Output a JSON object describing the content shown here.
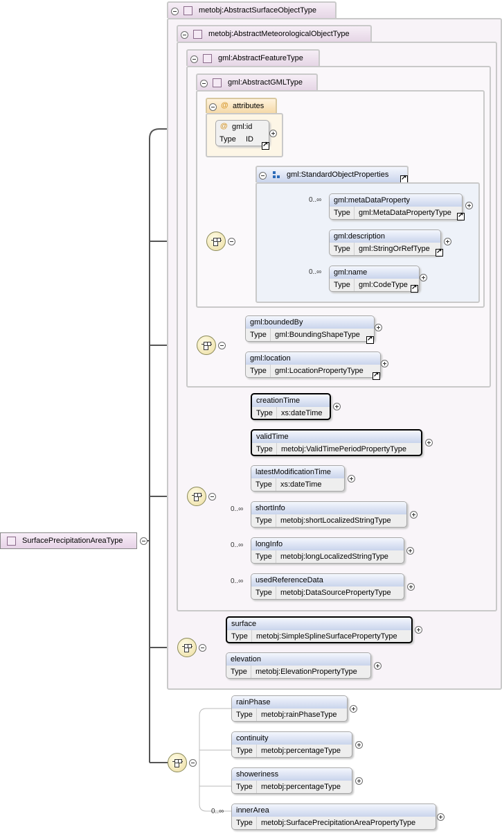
{
  "root": {
    "label": "SurfacePrecipitationAreaType"
  },
  "types": {
    "surface_object": "metobj:AbstractSurfaceObjectType",
    "met_object": "metobj:AbstractMeteorologicalObjectType",
    "feature": "gml:AbstractFeatureType",
    "gml": "gml:AbstractGMLType"
  },
  "attributes": {
    "header": "attributes",
    "id_name": "gml:id",
    "type_label": "Type",
    "id_type": "ID"
  },
  "group": {
    "label": "gml:StandardObjectProperties"
  },
  "cardinality": "0..∞",
  "type_label": "Type",
  "elements": {
    "metaDataProperty": {
      "name": "gml:metaDataProperty",
      "type": "gml:MetaDataPropertyType"
    },
    "description": {
      "name": "gml:description",
      "type": "gml:StringOrRefType"
    },
    "gmlname": {
      "name": "gml:name",
      "type": "gml:CodeType"
    },
    "boundedBy": {
      "name": "gml:boundedBy",
      "type": "gml:BoundingShapeType"
    },
    "location": {
      "name": "gml:location",
      "type": "gml:LocationPropertyType"
    },
    "creationTime": {
      "name": "creationTime",
      "type": "xs:dateTime"
    },
    "validTime": {
      "name": "validTime",
      "type": "metobj:ValidTimePeriodPropertyType"
    },
    "latestModificationTime": {
      "name": "latestModificationTime",
      "type": "xs:dateTime"
    },
    "shortInfo": {
      "name": "shortInfo",
      "type": "metobj:shortLocalizedStringType"
    },
    "longInfo": {
      "name": "longInfo",
      "type": "metobj:longLocalizedStringType"
    },
    "usedReferenceData": {
      "name": "usedReferenceData",
      "type": "metobj:DataSourcePropertyType"
    },
    "surface": {
      "name": "surface",
      "type": "metobj:SimpleSplineSurfacePropertyType"
    },
    "elevation": {
      "name": "elevation",
      "type": "metobj:ElevationPropertyType"
    },
    "rainPhase": {
      "name": "rainPhase",
      "type": "metobj:rainPhaseType"
    },
    "continuity": {
      "name": "continuity",
      "type": "metobj:percentageType"
    },
    "showeriness": {
      "name": "showeriness",
      "type": "metobj:percentageType"
    },
    "innerArea": {
      "name": "innerArea",
      "type": "metobj:SurfacePrecipitationAreaPropertyType"
    }
  }
}
